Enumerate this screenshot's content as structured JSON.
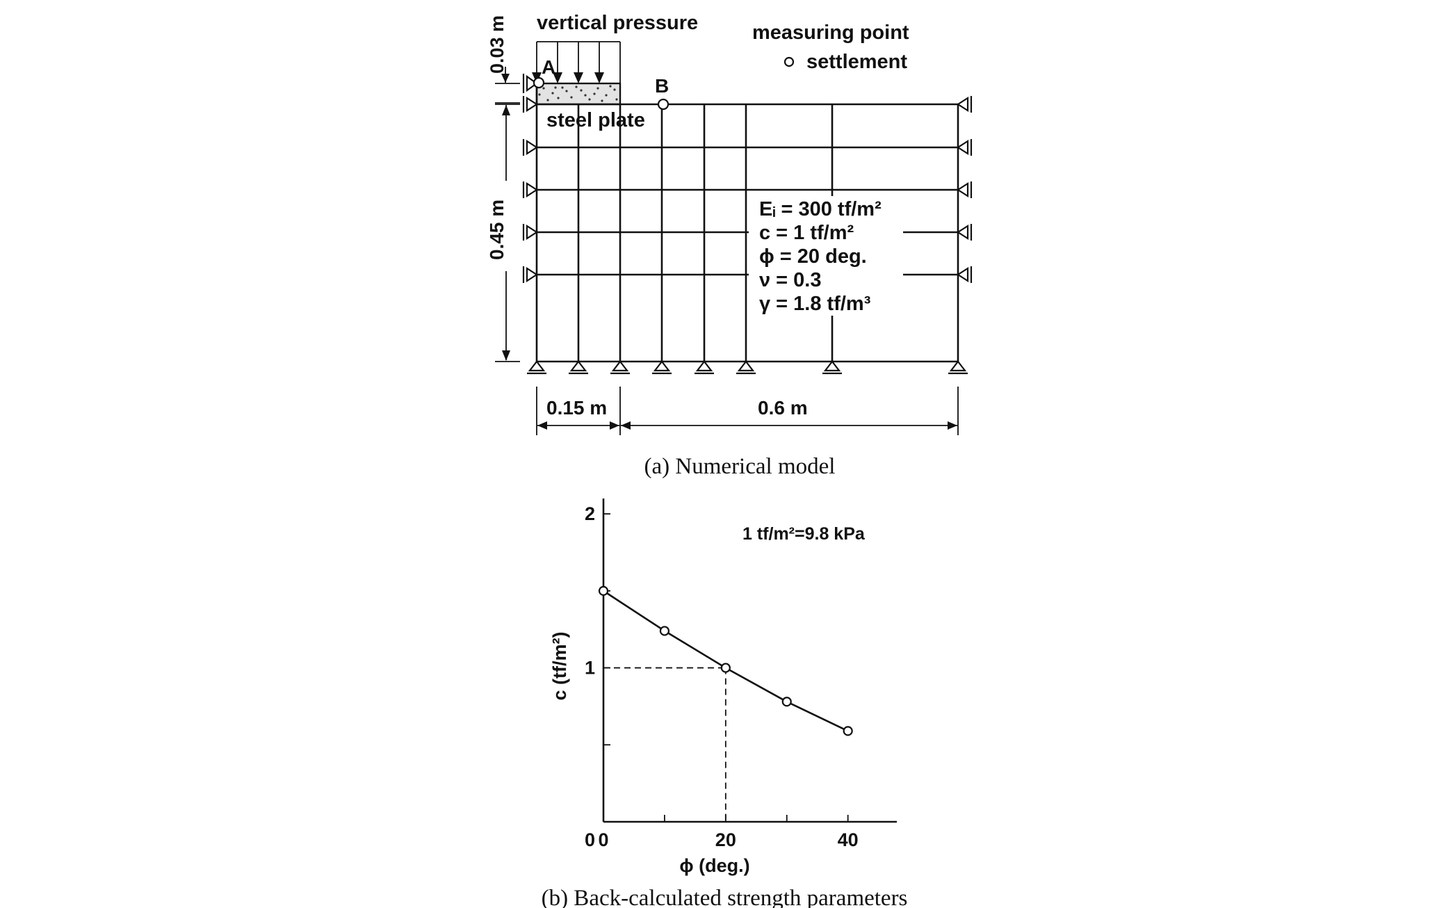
{
  "model": {
    "load_label": "vertical pressure",
    "legend_title": "measuring point",
    "legend_item": "settlement",
    "point_a": "A",
    "point_b": "B",
    "plate_label": "steel plate",
    "dim_top": "0.03 m",
    "dim_height": "0.45 m",
    "dim_left": "0.15 m",
    "dim_right": "0.6 m",
    "params": [
      "Eᵢ = 300 tf/m²",
      "c = 1 tf/m²",
      "ϕ = 20 deg.",
      "ν = 0.3",
      "γ = 1.8 tf/m³"
    ],
    "caption": "(a) Numerical model"
  },
  "chart_data": {
    "type": "line",
    "x": [
      0,
      10,
      20,
      30,
      40
    ],
    "series": [
      {
        "values": [
          1.5,
          1.24,
          1.0,
          0.78,
          0.59
        ]
      }
    ],
    "xlabel": "ϕ (deg.)",
    "ylabel": "c (tf/m²)",
    "xlim": [
      0,
      48
    ],
    "ylim": [
      0,
      2.1
    ],
    "x_ticks": [
      0,
      20,
      40
    ],
    "x_minor_ticks": [
      10,
      30
    ],
    "y_ticks": [
      1,
      2
    ],
    "y_minor_ticks": [
      0.5,
      1.5
    ],
    "x_tick_labels": [
      "0",
      "20",
      "40"
    ],
    "y_tick_labels": [
      "1",
      "2"
    ],
    "reference_point": {
      "x": 20,
      "y": 1
    },
    "annotation": "1 tf/m²=9.8 kPa",
    "grid": false,
    "caption": "(b) Back-calculated strength parameters"
  }
}
